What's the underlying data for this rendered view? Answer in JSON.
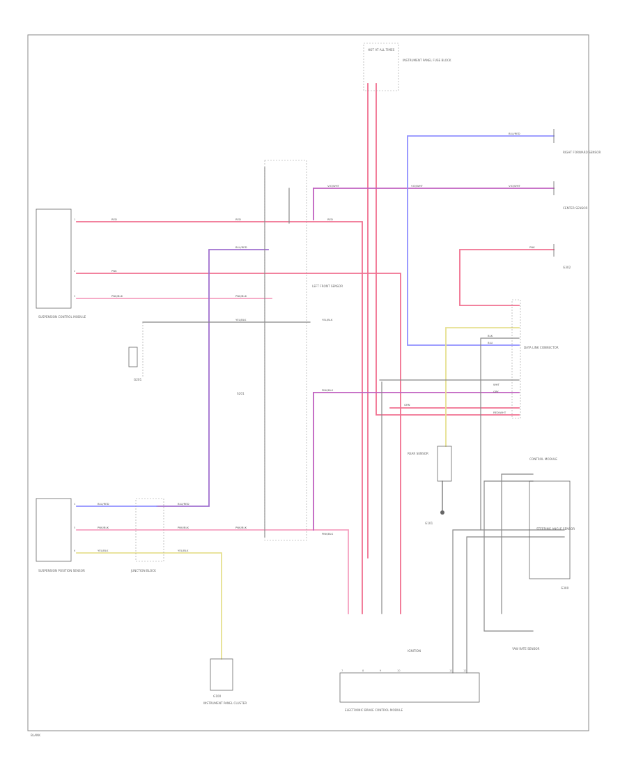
{
  "colors": {
    "red": "#f07090",
    "pink": "#f5a0c0",
    "purple": "#a070d0",
    "violet": "#c060c0",
    "blue": "#9090ff",
    "yellow": "#e6e090",
    "gray": "#888888"
  },
  "labels": {
    "fuse_top": "HOT AT ALL TIMES",
    "fuse_desc": "INSTRUMENT PANEL FUSE BLOCK",
    "right_sensor": "RIGHT FORWARD SENSOR",
    "center_sensor": "CENTER SENSOR",
    "ground_right": "G302",
    "left_module": "SUSPENSION CONTROL MODULE",
    "lf_sensor": "LEFT FRONT SENSOR",
    "ground_left": "G201",
    "splice_mid": "S201",
    "data_link": "DATA LINK CONNECTOR",
    "rear_sensor": "REAR SENSOR",
    "ground_mid": "G101",
    "ctrl_module": "CONTROL MODULE",
    "bottom_left_module": "SUSPENSION POSITION SENSOR",
    "junction_block": "JUNCTION BLOCK",
    "ground_bottom": "G100",
    "ground_bottom_desc": "INSTRUMENT PANEL CLUSTER",
    "right_lower": "STEERING ANGLE SENSOR",
    "right_lower_ground": "G300",
    "right_bottom": "YAW RATE SENSOR",
    "bottom_module": "ELECTRONIC BRAKE CONTROL MODULE",
    "ignition": "IGNITION",
    "footer": "BLANK"
  },
  "wire_labels": {
    "blu_red": "BLU/RED",
    "vio_wht": "VIO/WHT",
    "pnk": "PNK",
    "red": "RED",
    "pnk_blk": "PNK/BLK",
    "yel_blk": "YEL/BLK",
    "wht": "WHT",
    "gry": "GRY",
    "blk": "BLK",
    "grn": "GRN",
    "red_wht": "RED/WHT",
    "blu": "BLU"
  }
}
